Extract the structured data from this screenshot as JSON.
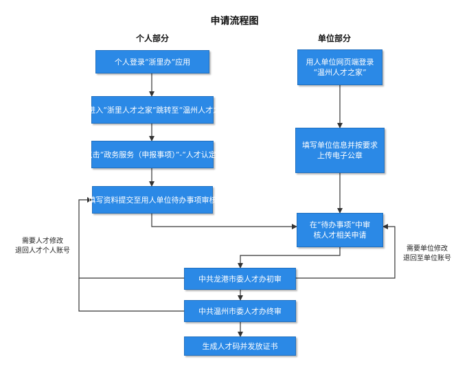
{
  "title": "申请流程图",
  "sections": {
    "personal": "个人部分",
    "unit": "单位部分"
  },
  "nodes": {
    "n1": [
      "个人登录“浙里办”应用"
    ],
    "n2": [
      "搜索进入“浙里人才之家”跳转",
      "至“温州人才之家”"
    ],
    "n3": [
      "点击“政务服务（申报事项）”-",
      "“人才认定”"
    ],
    "n4": [
      "填写资料",
      "提交至用人单位待办事项审核"
    ],
    "u1": [
      "用人单位网页端登录",
      "“温州人才之家”"
    ],
    "u2": [
      "填写单位信息并按要求",
      "上传电子公章"
    ],
    "u3": [
      "在“待办事项”中审",
      "核人才相关申请"
    ],
    "r1": [
      "中共龙港市委人才办初审"
    ],
    "r2": [
      "中共温州市委人才办终审"
    ],
    "r3": [
      "生成人才码并发放证书"
    ]
  },
  "notes": {
    "left": [
      "需要人才修改",
      "退回人才个人账号"
    ],
    "right": [
      "需要单位修改",
      "退回至单位账号"
    ]
  },
  "colors": {
    "node_fill": "#2b89e6",
    "node_border": "#1f6fbf",
    "edge": "#333333"
  }
}
